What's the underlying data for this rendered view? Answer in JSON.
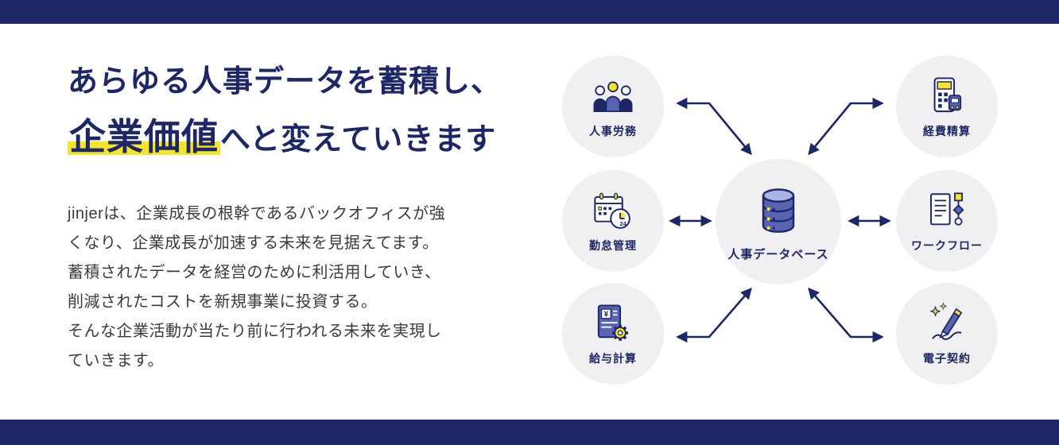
{
  "hero": {
    "heading_line1": "あらゆる人事データを蓄積し、",
    "heading_emphasis": "企業価値",
    "heading_line2_rest": "へと変えていきます",
    "paragraph_lines": [
      "jinjerは、企業成長の根幹であるバックオフィスが強",
      "くなり、企業成長が加速する未来を見据えてます。",
      "蓄積されたデータを経営のために利活用していき、",
      "削減されたコストを新規事業に投資する。",
      "そんな企業活動が当たり前に行われる未来を実現し",
      "ていきます。"
    ]
  },
  "diagram": {
    "center": {
      "label": "人事データベース",
      "icon": "database-icon"
    },
    "nodes": [
      {
        "label": "人事労務",
        "icon": "people-icon"
      },
      {
        "label": "経費精算",
        "icon": "calculator-train-icon"
      },
      {
        "label": "勤怠管理",
        "icon": "calendar-clock-icon"
      },
      {
        "label": "ワークフロー",
        "icon": "workflow-icon"
      },
      {
        "label": "給与計算",
        "icon": "yen-gear-icon"
      },
      {
        "label": "電子契約",
        "icon": "pen-signature-icon"
      }
    ],
    "clock_badge": "24",
    "yen_symbol": "¥"
  },
  "colors": {
    "navy": "#1e2766",
    "accent_yellow": "#f2e42f",
    "periwinkle": "#5863b4",
    "circle_bg": "#f0f0f3"
  }
}
